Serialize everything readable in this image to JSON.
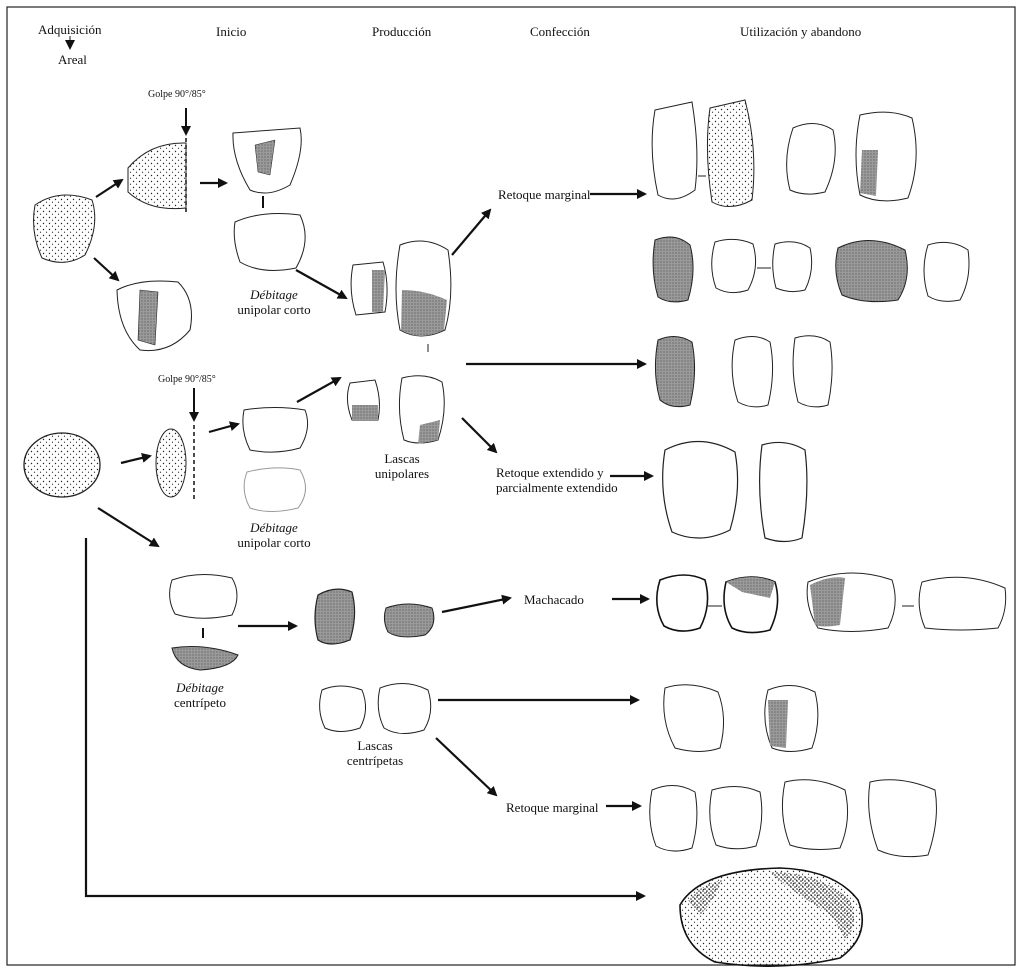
{
  "headers": {
    "acquisition": "Adquisición",
    "acquisition_sub": "Areal",
    "start": "Inicio",
    "production": "Producción",
    "making": "Confección",
    "use": "Utilización y abandono"
  },
  "labels": {
    "blow_top": "Golpe 90°/85°",
    "blow_mid": "Golpe 90°/85°",
    "debitage": "Débitage",
    "unipolar_short": "unipolar corto",
    "unipolar_short_2": "unipolar corto",
    "centripetal": "centrípeto",
    "unipolar_flakes_1": "Lascas",
    "unipolar_flakes_2": "unipolares",
    "centripetal_flakes_1": "Lascas",
    "centripetal_flakes_2": "centrípetas",
    "marginal_retouch_top": "Retoque marginal",
    "extended_retouch_1": "Retoque extendido y",
    "extended_retouch_2": "parcialmente extendido",
    "hammering": "Machacado",
    "marginal_retouch_bottom": "Retoque marginal"
  }
}
